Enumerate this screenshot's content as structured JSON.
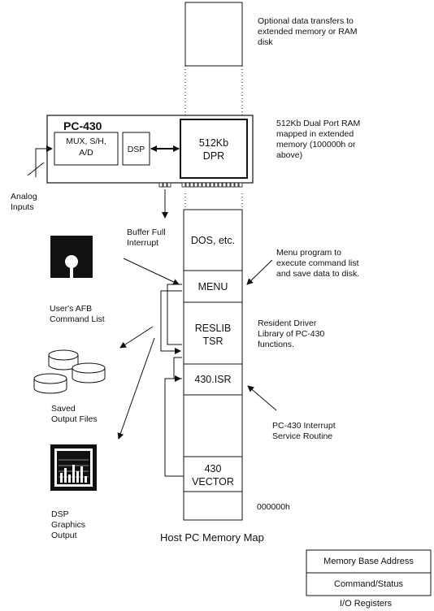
{
  "board": {
    "title": "PC-430",
    "mux": "MUX, S/H,\nA/D",
    "dsp": "DSP",
    "dpr": "512Kb\nDPR"
  },
  "memory_map": {
    "dos": "DOS, etc.",
    "menu": "MENU",
    "reslib": "RESLIB\nTSR",
    "isr": "430.ISR",
    "vector": "430\nVECTOR",
    "title": "Host PC Memory Map",
    "base_address": "000000h"
  },
  "annotations": {
    "optional": "Optional data transfers to\nextended memory or RAM\ndisk",
    "dpr_desc": "512Kb Dual Port RAM\nmapped in extended\nmemory (100000h or\nabove)",
    "analog": "Analog\nInputs",
    "buffer_full": "Buffer Full\nInterrupt",
    "menu_desc": "Menu program to\nexecute command list\nand save data to disk.",
    "afb": "User's AFB\nCommand List",
    "reslib_desc": "Resident Driver\nLibrary of PC-430\nfunctions.",
    "saved": "Saved\nOutput Files",
    "isr_desc": "PC-430 Interrupt\nService Routine",
    "graphics": "DSP\nGraphics\nOutput"
  },
  "io_registers": {
    "base": "Memory Base Address",
    "status": "Command/Status",
    "title": "I/O Registers"
  }
}
